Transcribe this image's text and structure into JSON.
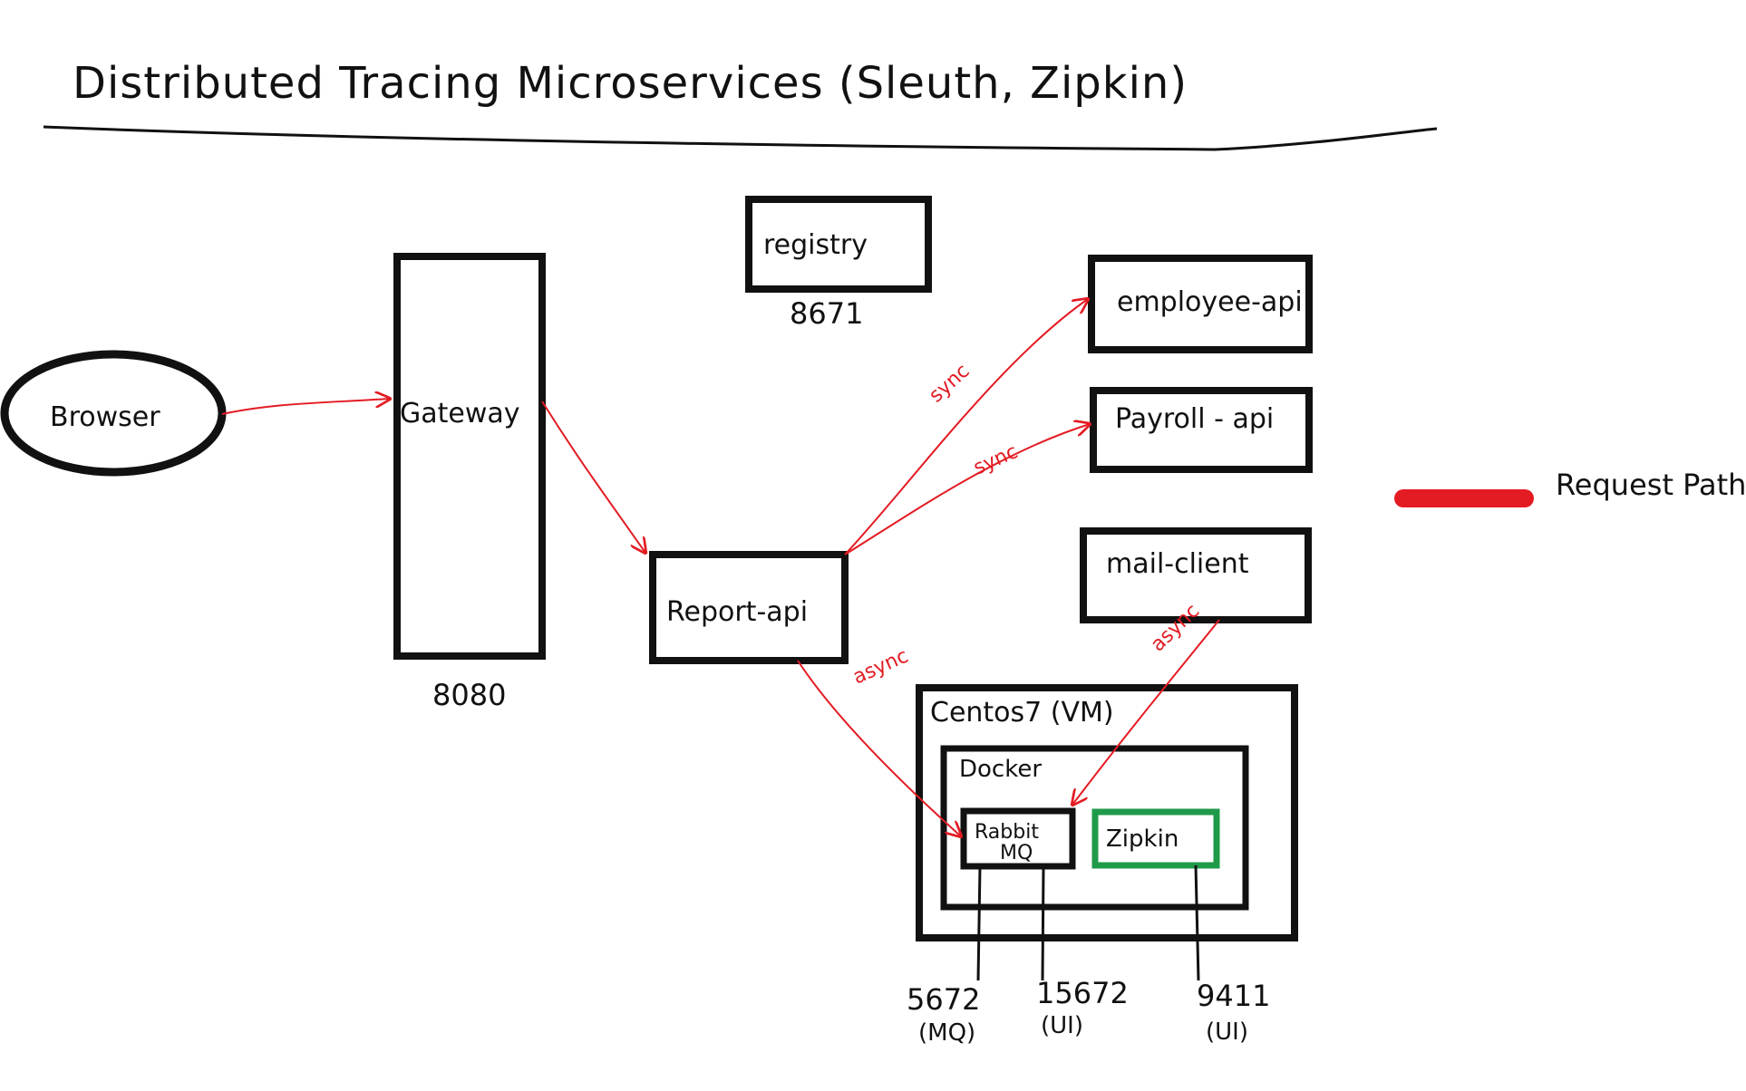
{
  "title": "Distributed Tracing Microservices (Sleuth, Zipkin)",
  "nodes": {
    "browser": "Browser",
    "gateway": "Gateway",
    "registry": "registry",
    "report_api": "Report-api",
    "employee_api": "employee-api",
    "payroll_api": "Payroll - api",
    "mail_client": "mail-client",
    "centos": "Centos7 (VM)",
    "docker": "Docker",
    "rabbitmq_line1": "Rabbit",
    "rabbitmq_line2": "MQ",
    "zipkin": "Zipkin"
  },
  "ports": {
    "gateway": "8080",
    "registry": "8671",
    "mq_port": "5672",
    "mq_port_note": "(MQ)",
    "mq_ui_port": "15672",
    "mq_ui_note": "(UI)",
    "zipkin_port": "9411",
    "zipkin_note": "(UI)"
  },
  "edge_labels": {
    "report_to_employee": "sync",
    "report_to_payroll": "sync",
    "report_to_rabbit": "async",
    "mail_to_rabbit": "async"
  },
  "legend": {
    "label": "Request Path",
    "color": "#e31b23"
  },
  "colors": {
    "ink": "#111111",
    "request_path": "#e31b23",
    "zipkin_border": "#1f9a4a"
  }
}
